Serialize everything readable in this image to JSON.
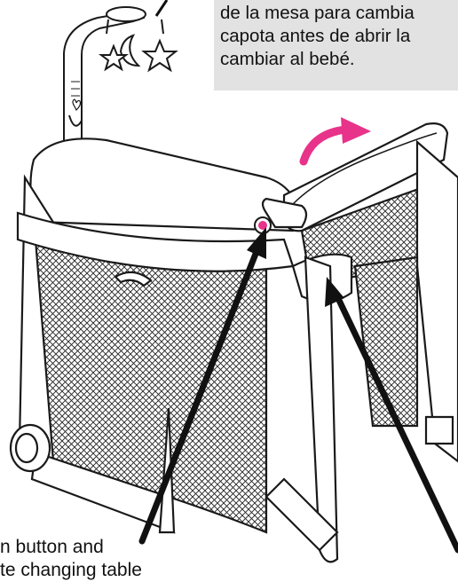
{
  "callout": {
    "lines": [
      "de la mesa para cambia",
      "capota antes de abrir la",
      "cambiar al bebé."
    ]
  },
  "caption": {
    "lines": [
      "n button and",
      "te changing table"
    ]
  },
  "colors": {
    "accent": "#e8338a",
    "callout_bg": "#e2e2e2",
    "line": "#1a1a1a"
  },
  "icons": [
    "rotate-arrow-icon",
    "moon-icon",
    "star-icon",
    "heart-icon",
    "release-button-icon"
  ]
}
